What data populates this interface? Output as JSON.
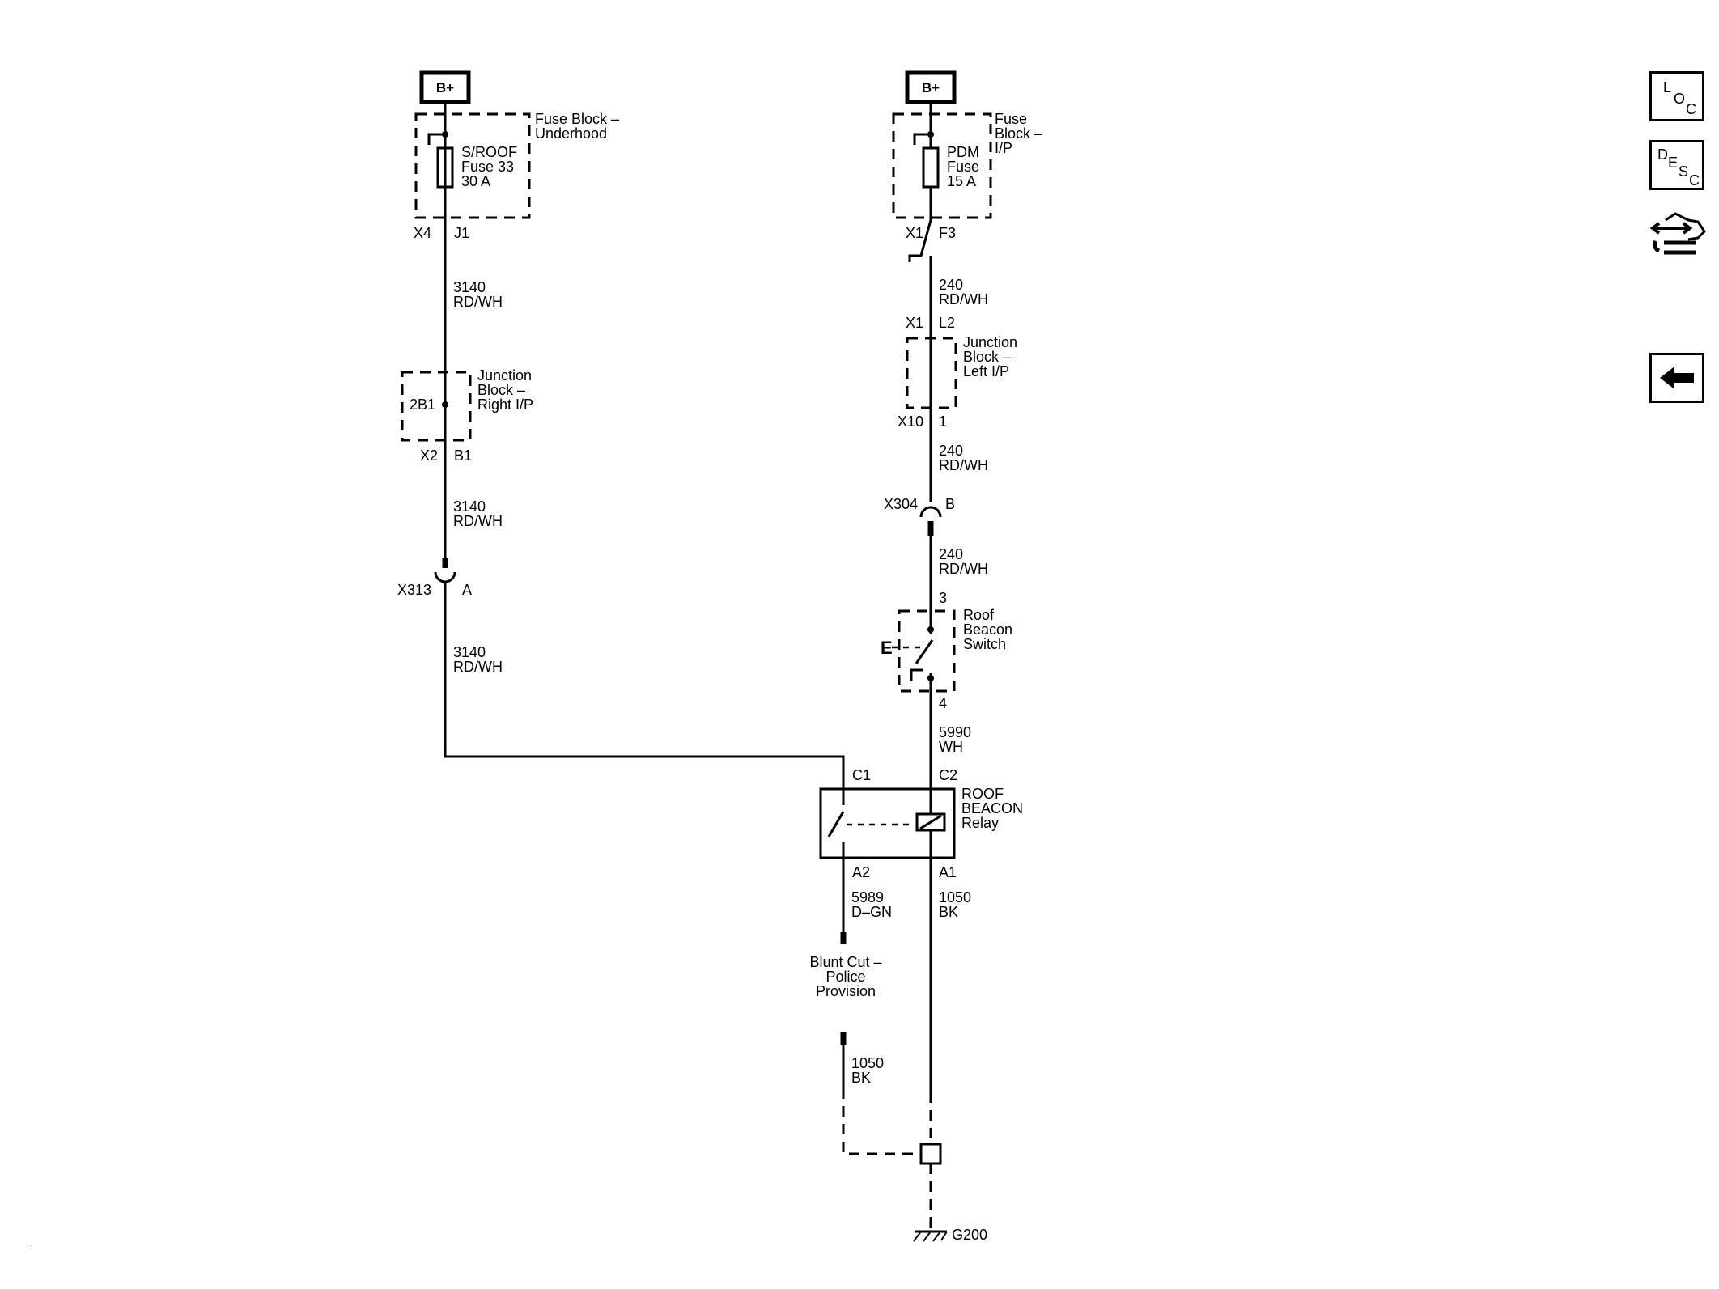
{
  "left_circuit": {
    "supply": "B+",
    "fuse_block": "Fuse Block –\nUnderhood",
    "fuse": "S/ROOF\nFuse 33\n30 A",
    "fuse_out_connector": "X4",
    "fuse_out_pin": "J1",
    "wire_1": "3140\nRD/WH",
    "junction_id": "2B1",
    "junction_block": "Junction\nBlock –\nRight I/P",
    "junction_connector": "X2",
    "junction_pin": "B1",
    "wire_2": "3140\nRD/WH",
    "inline_connector": "X313",
    "inline_pin": "A",
    "wire_3": "3140\nRD/WH"
  },
  "right_circuit": {
    "supply": "B+",
    "fuse_block": "Fuse\nBlock –\nI/P",
    "fuse": "PDM\nFuse\n15 A",
    "fuse_out_connector": "X1",
    "fuse_out_pin": "F3",
    "wire_1": "240\nRD/WH",
    "junction_in_connector": "X1",
    "junction_in_pin": "L2",
    "junction_block": "Junction\nBlock –\nLeft I/P",
    "junction_out_connector": "X10",
    "junction_out_pin": "1",
    "wire_2": "240\nRD/WH",
    "inline_connector": "X304",
    "inline_pin": "B",
    "wire_3": "240\nRD/WH",
    "switch_in_pin": "3",
    "switch": "Roof\nBeacon\nSwitch",
    "switch_symbol": "E",
    "switch_out_pin": "4",
    "wire_4": "5990\nWH"
  },
  "relay": {
    "name": "ROOF\nBEACON\nRelay",
    "pin_c1": "C1",
    "pin_c2": "C2",
    "pin_a2": "A2",
    "pin_a1": "A1"
  },
  "outputs": {
    "wire_a2": "5989\nD–GN",
    "blunt_cut": "Blunt Cut –\nPolice\nProvision",
    "wire_a1": "1050\nBK",
    "wire_ground_branch": "1050\nBK",
    "ground": "G200"
  },
  "nav": {
    "loc": [
      "L",
      "O",
      "C"
    ],
    "desc": [
      "D",
      "E",
      "S",
      "C"
    ],
    "connector_view_icon": "connector-view-icon",
    "back_icon": "back-arrow-icon"
  },
  "colors": {
    "line": "#000000",
    "background": "#ffffff"
  }
}
